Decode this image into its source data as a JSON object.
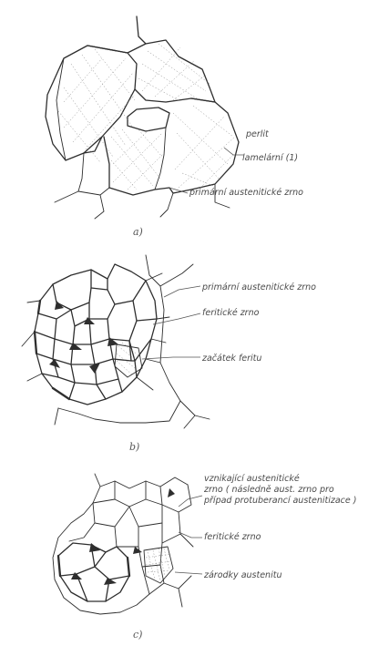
{
  "panel_a": {
    "caption": "a)",
    "label_pearlite": "perlit",
    "label_pearlite_2": "lamelární (1)",
    "label_primary": "primární austenitické zrno"
  },
  "panel_b": {
    "caption": "b)",
    "label_primary": "primární austenitické zrno",
    "label_ferrite": "feritické zrno",
    "label_lamella": "začátek feritu"
  },
  "panel_c": {
    "caption": "c)",
    "label_new_1": "vznikající austenitické",
    "label_new_2": "zrno ( následně aust. zrno pro",
    "label_new_3": "případ protuberancí austenitizace )",
    "label_ferrite": "feritické zrno",
    "label_martensite": "zárodky austenitu"
  },
  "colors": {
    "ink": "#2e2e2e",
    "label": "#4a4a4a"
  }
}
